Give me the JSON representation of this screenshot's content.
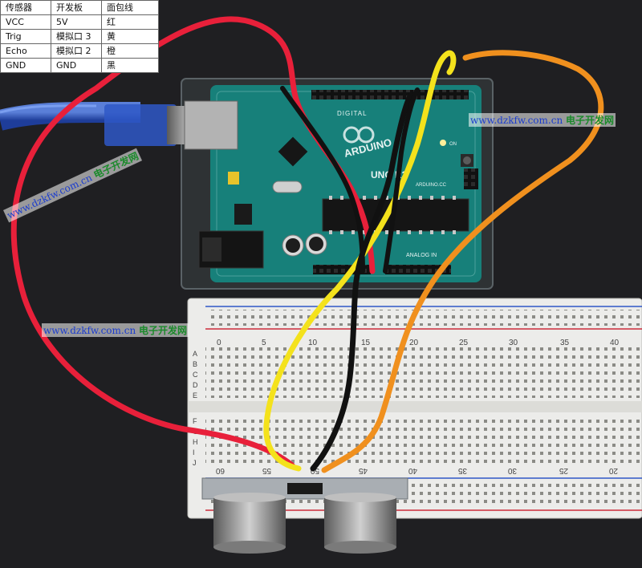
{
  "table": {
    "header": [
      "传感器",
      "开发板",
      "面包线"
    ],
    "rows": [
      [
        "VCC",
        "5V",
        "红"
      ],
      [
        "Trig",
        "模拟口 3",
        "黄"
      ],
      [
        "Echo",
        "模拟口 2",
        "橙"
      ],
      [
        "GND",
        "GND",
        "黑"
      ]
    ]
  },
  "watermark": {
    "domain": "www.dzkfw.com.cn",
    "site_name": "电子开发网"
  },
  "board": {
    "brand": "ARDUINO",
    "model": "UNO R3",
    "url": "ARDUINO.CC",
    "digital_label": "DIGITAL",
    "analog_label": "ANALOG IN",
    "on_label": "ON"
  },
  "breadboard": {
    "top_numbers": [
      "0",
      "5",
      "10",
      "15",
      "20",
      "25",
      "30",
      "35",
      "40"
    ],
    "row_letters_top": [
      "A",
      "B",
      "C",
      "D",
      "E"
    ],
    "row_letters_bottom": [
      "F",
      "G",
      "H",
      "I",
      "J"
    ],
    "bottom_numbers": [
      "60",
      "55",
      "50",
      "45",
      "40",
      "35",
      "30",
      "25",
      "20"
    ]
  },
  "wire_colors": {
    "vcc": "#e8203a",
    "trig": "#f4e21c",
    "echo": "#f0901e",
    "gnd": "#111111"
  }
}
